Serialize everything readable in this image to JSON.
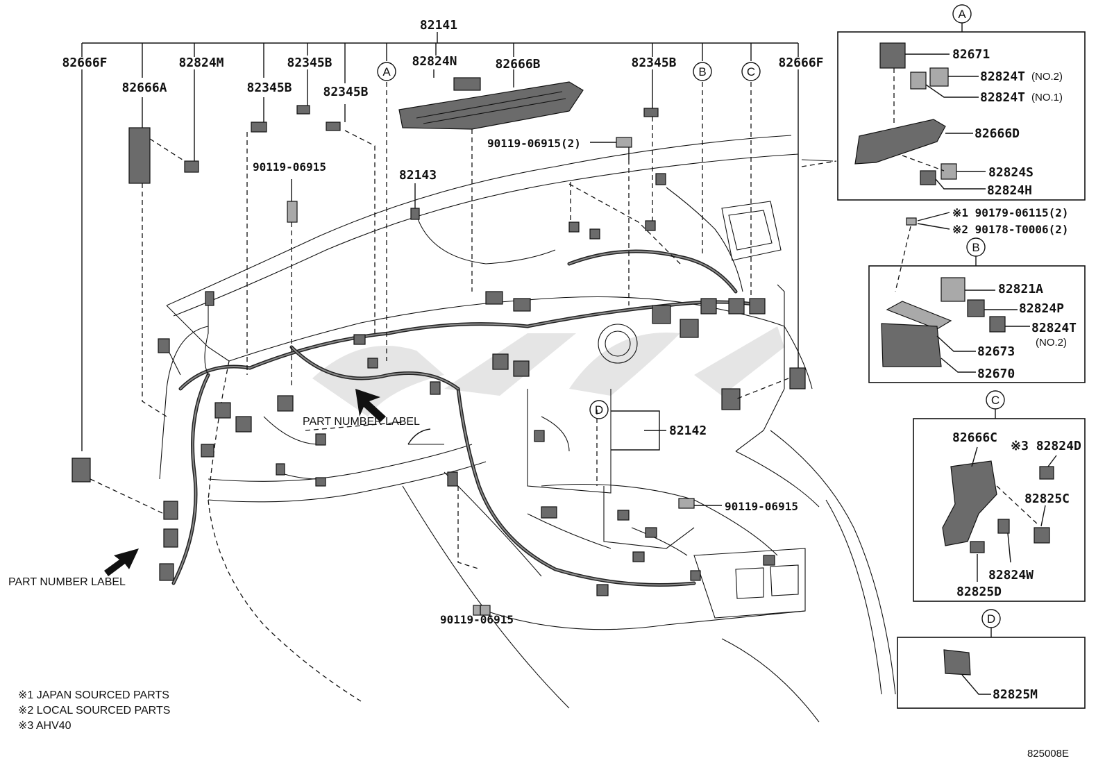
{
  "labels": {
    "p82141": "82141",
    "p82666F_left": "82666F",
    "p82824M": "82824M",
    "p82345B_top": "82345B",
    "p82824N": "82824N",
    "p82666B": "82666B",
    "p82345B_topright": "82345B",
    "p82666F_right": "82666F",
    "p82666A": "82666A",
    "p82345B_mid": "82345B",
    "p82345B_midright": "82345B",
    "p90119_a": "90119-06915(2)",
    "p90119_b": "90119-06915",
    "p82143": "82143",
    "p82142": "82142",
    "p90119_c": "90119-06915",
    "p90119_d": "90119-06915",
    "part_number_label_1": "PART NUMBER LABEL",
    "part_number_label_2": "PART NUMBER LABEL"
  },
  "callouts": {
    "A": "A",
    "B": "B",
    "C": "C",
    "D": "D"
  },
  "detail_a": {
    "p82671": "82671",
    "p82824T_no2": "82824T",
    "no2": "(NO.2)",
    "p82824T_no1": "82824T",
    "no1": "(NO.1)",
    "p82666D": "82666D",
    "p82824S": "82824S",
    "p82824H": "82824H"
  },
  "detail_b": {
    "note1": "※1 90179-06115(2)",
    "note2": "※2 90178-T0006(2)",
    "p82821A": "82821A",
    "p82824P": "82824P",
    "p82824T": "82824T",
    "no2": "(NO.2)",
    "p82673": "82673",
    "p82670": "82670"
  },
  "detail_c": {
    "p82666C": "82666C",
    "p82824D": "※3 82824D",
    "p82825C": "82825C",
    "p82824W": "82824W",
    "p82825D": "82825D"
  },
  "detail_d": {
    "p82825M": "82825M"
  },
  "legend": [
    "※1  JAPAN SOURCED PARTS",
    "※2  LOCAL SOURCED PARTS",
    "※3  AHV40"
  ],
  "figure_code": "825008E"
}
